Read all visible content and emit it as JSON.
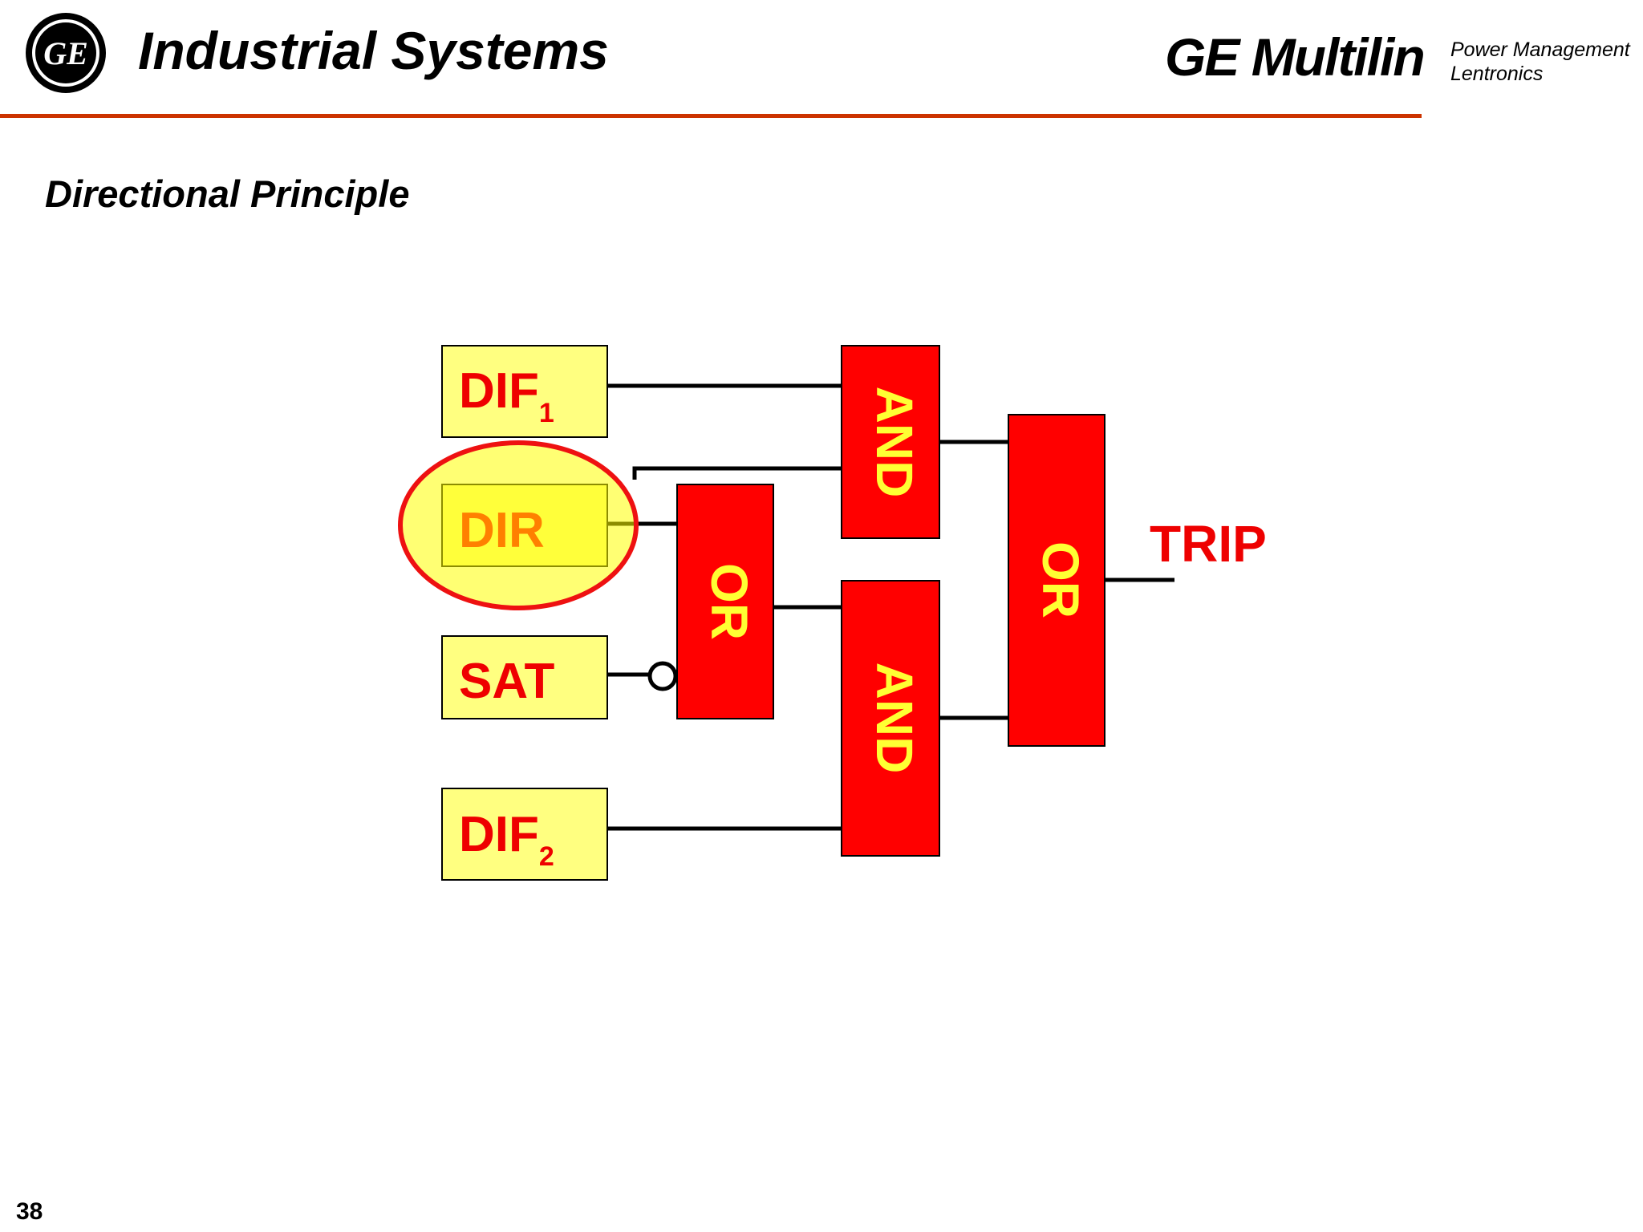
{
  "header": {
    "logo_icon": "ge-monogram-icon",
    "logo_text": "GE",
    "title": "Industrial Systems",
    "brand": "GE Multilin",
    "brand_lines": [
      "Power Management",
      "Lentronics"
    ],
    "rule_color": "#cc3300"
  },
  "slide": {
    "title": "Directional Principle",
    "page_number": "38"
  },
  "diagram": {
    "inputs": {
      "dif1": {
        "label": "DIF",
        "subscript": "1"
      },
      "dir": {
        "label": "DIR"
      },
      "sat": {
        "label": "SAT"
      },
      "dif2": {
        "label": "DIF",
        "subscript": "2"
      }
    },
    "gates": {
      "or_inner": "OR",
      "and_top": "AND",
      "and_bottom": "AND",
      "or_output": "OR"
    },
    "output_label": "TRIP",
    "colors": {
      "input_fill": "#ffff80",
      "gate_fill": "#ff0000",
      "gate_text": "#ffff33",
      "input_text": "#ee0000",
      "dir_text": "#ff8000",
      "highlight_ring": "#ee1111"
    }
  }
}
